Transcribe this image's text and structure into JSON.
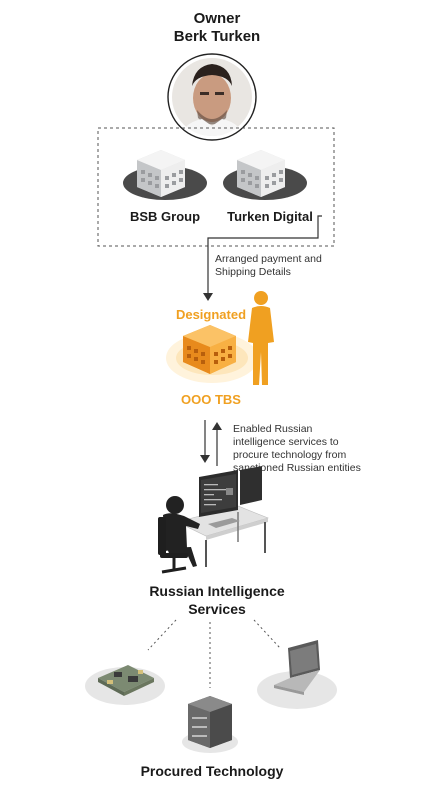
{
  "owner": {
    "role": "Owner",
    "name": "Berk Turken"
  },
  "companies": [
    {
      "label": "BSB Group"
    },
    {
      "label": "Turken Digital"
    }
  ],
  "link1_note": "Arranged payment and Shipping Details",
  "designated": {
    "badge": "Designated",
    "label": "OOO TBS"
  },
  "link2_note": "Enabled Russian intelligence services to procure technology from sanctioned Russian entities",
  "intelligence": {
    "label": "Russian Intelligence Services"
  },
  "procured": {
    "label": "Procured Technology"
  },
  "colors": {
    "accent_orange": "#f0a021",
    "building_gray": "#bfc1c3",
    "base_dark": "#4a4a4a"
  }
}
